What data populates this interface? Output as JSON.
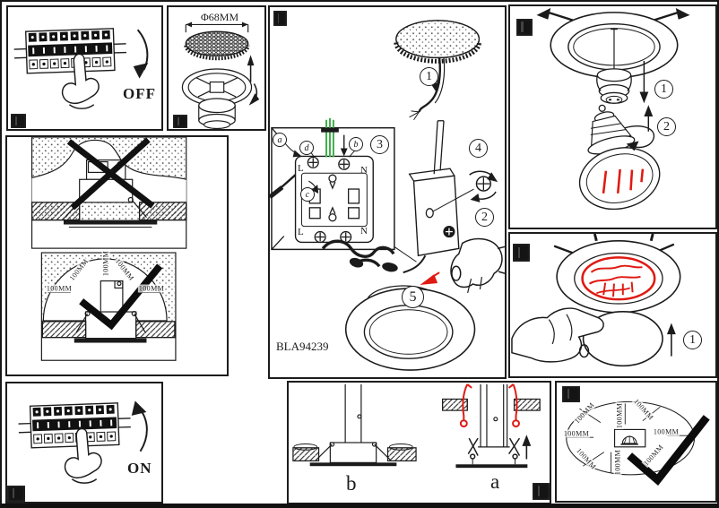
{
  "colors": {
    "ink": "#1b1b1b",
    "red": "#df1a12",
    "green": "#3fae4a",
    "paper": "#ffffff"
  },
  "product": {
    "model": "BLA94239"
  },
  "labels": {
    "power_off": "OFF",
    "power_on": "ON",
    "cutout_diameter": "Φ68MM",
    "clearance": "100MM",
    "terminal_live": "L",
    "terminal_neutral": "N",
    "figure_a": "a",
    "figure_b": "b"
  },
  "steps": {
    "one": "1",
    "two": "2",
    "three": "3",
    "four": "4",
    "five": "5"
  },
  "callouts": {
    "a": "a",
    "b": "b",
    "c": "c",
    "d": "d"
  }
}
